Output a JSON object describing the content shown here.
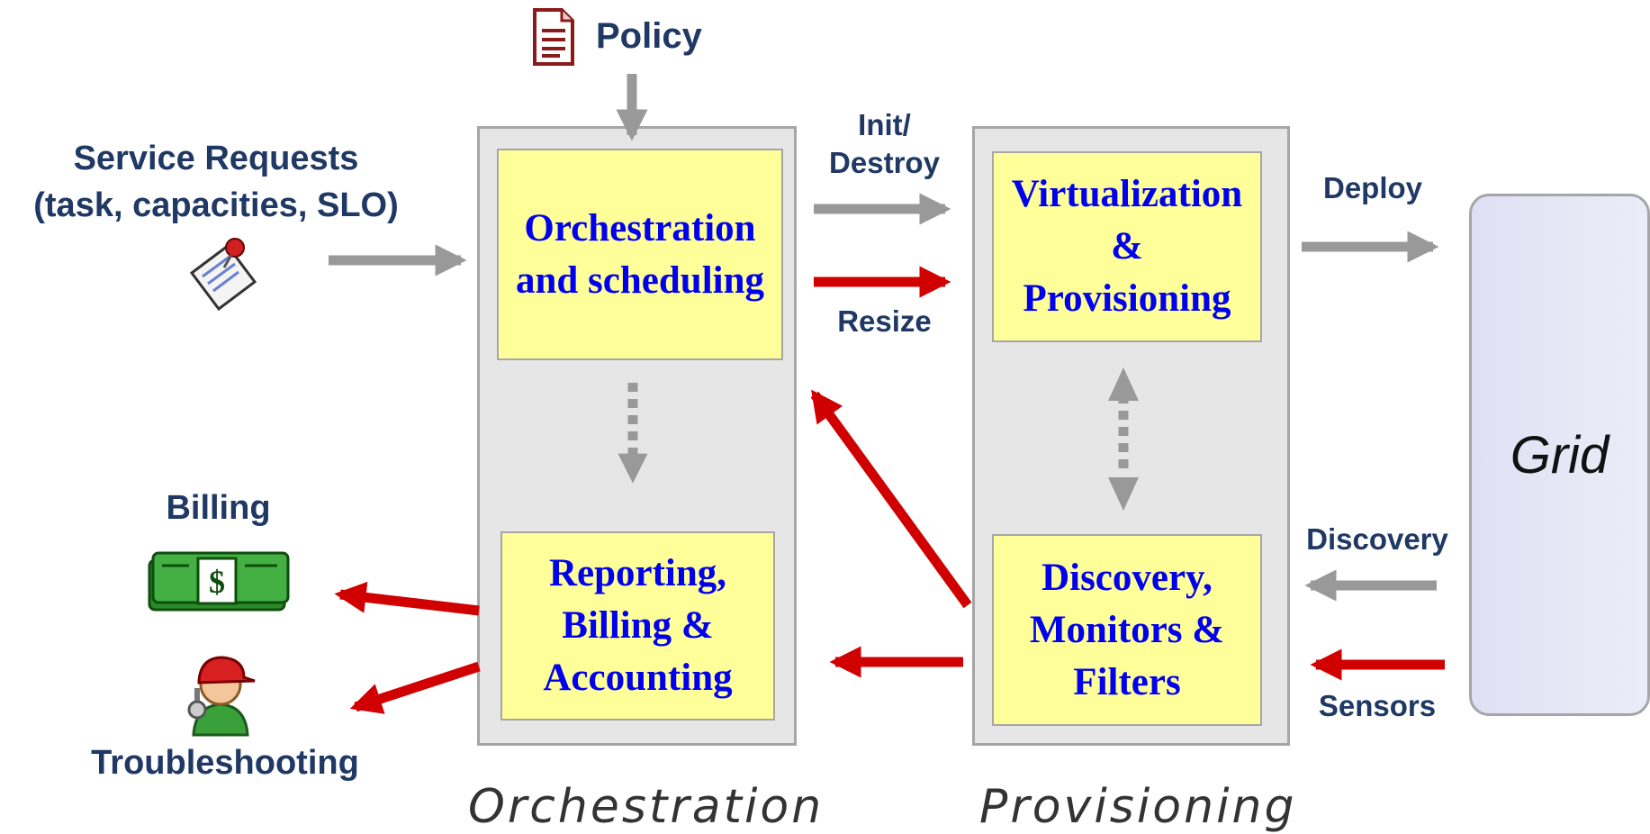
{
  "policy": {
    "label": "Policy"
  },
  "service_requests": {
    "line1": "Service Requests",
    "line2": "(task, capacities, SLO)"
  },
  "orchestration_box": {
    "line1": "Orchestration",
    "line2": "and scheduling"
  },
  "reporting_box": {
    "line1": "Reporting,",
    "line2": "Billing &",
    "line3": "Accounting"
  },
  "virtualization_box": {
    "line1": "Virtualization",
    "line2": "&",
    "line3": "Provisioning"
  },
  "discovery_box": {
    "line1": "Discovery,",
    "line2": "Monitors &",
    "line3": "Filters"
  },
  "edges": {
    "init_destroy_line1": "Init/",
    "init_destroy_line2": "Destroy",
    "resize": "Resize",
    "deploy": "Deploy",
    "discovery": "Discovery",
    "sensors": "Sensors"
  },
  "billing": {
    "label": "Billing"
  },
  "troubleshooting": {
    "label": "Troubleshooting"
  },
  "grid": {
    "label": "Grid"
  },
  "captions": {
    "orchestration": "Orchestration",
    "provisioning": "Provisioning"
  },
  "colors": {
    "gray_arrow": "#999999",
    "red_arrow": "#d00000",
    "box_fill": "#ffff99",
    "box_text": "#0000ee",
    "label_text": "#1f3864"
  }
}
